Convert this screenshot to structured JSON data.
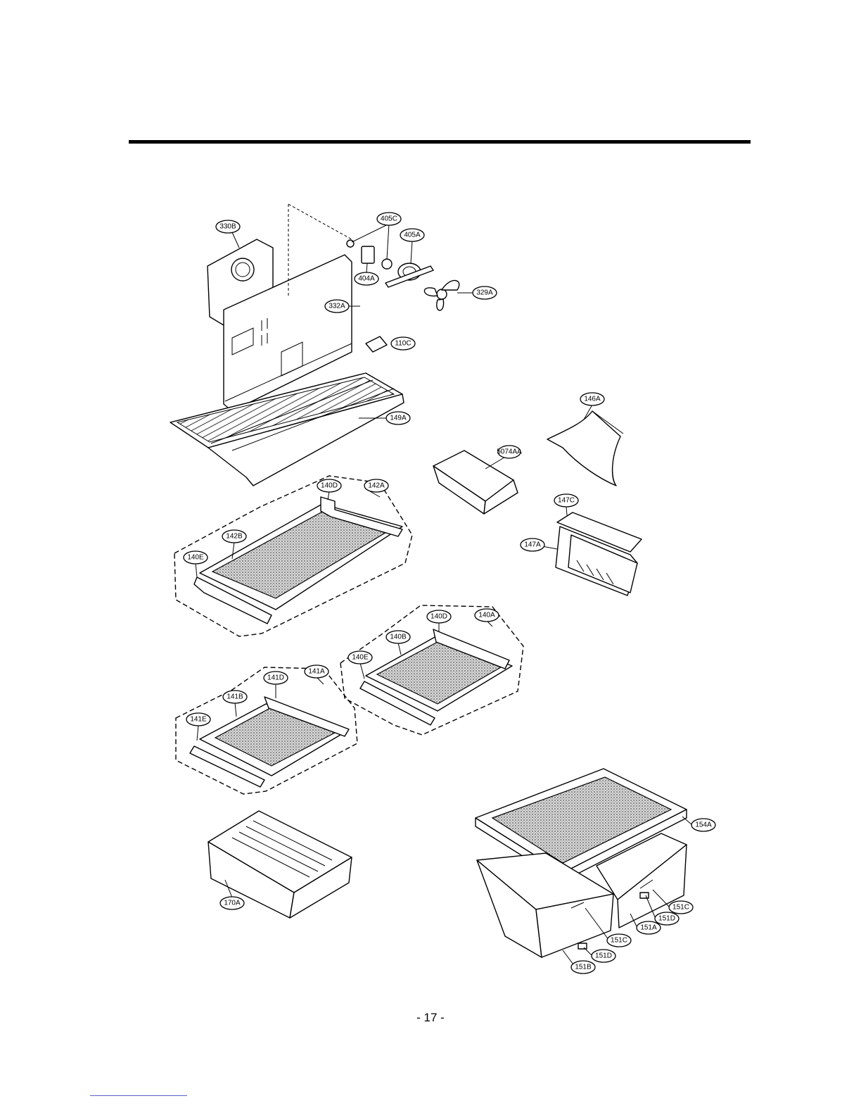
{
  "page": {
    "number": "- 17 -"
  },
  "callouts": {
    "c330B": "330B",
    "c405C": "405C",
    "c405A": "405A",
    "c404A": "404A",
    "c329A": "329A",
    "c332A": "332A",
    "c110C": "110C",
    "c149A": "149A",
    "c146A": "146A",
    "c5074AA": "5074AA",
    "c140D_1": "140D",
    "c142A": "142A",
    "c142B": "142B",
    "c140E_1": "140E",
    "c147C": "147C",
    "c147A": "147A",
    "c140D_2": "140D",
    "c140A": "140A",
    "c140B": "140B",
    "c140E_2": "140E",
    "c141D": "141D",
    "c141A": "141A",
    "c141B": "141B",
    "c141E": "141E",
    "c170A": "170A",
    "c154A": "154A",
    "c151C_1": "151C",
    "c151D_1": "151D",
    "c151A": "151A",
    "c151C_2": "151C",
    "c151D_2": "151D",
    "c151B": "151B"
  }
}
